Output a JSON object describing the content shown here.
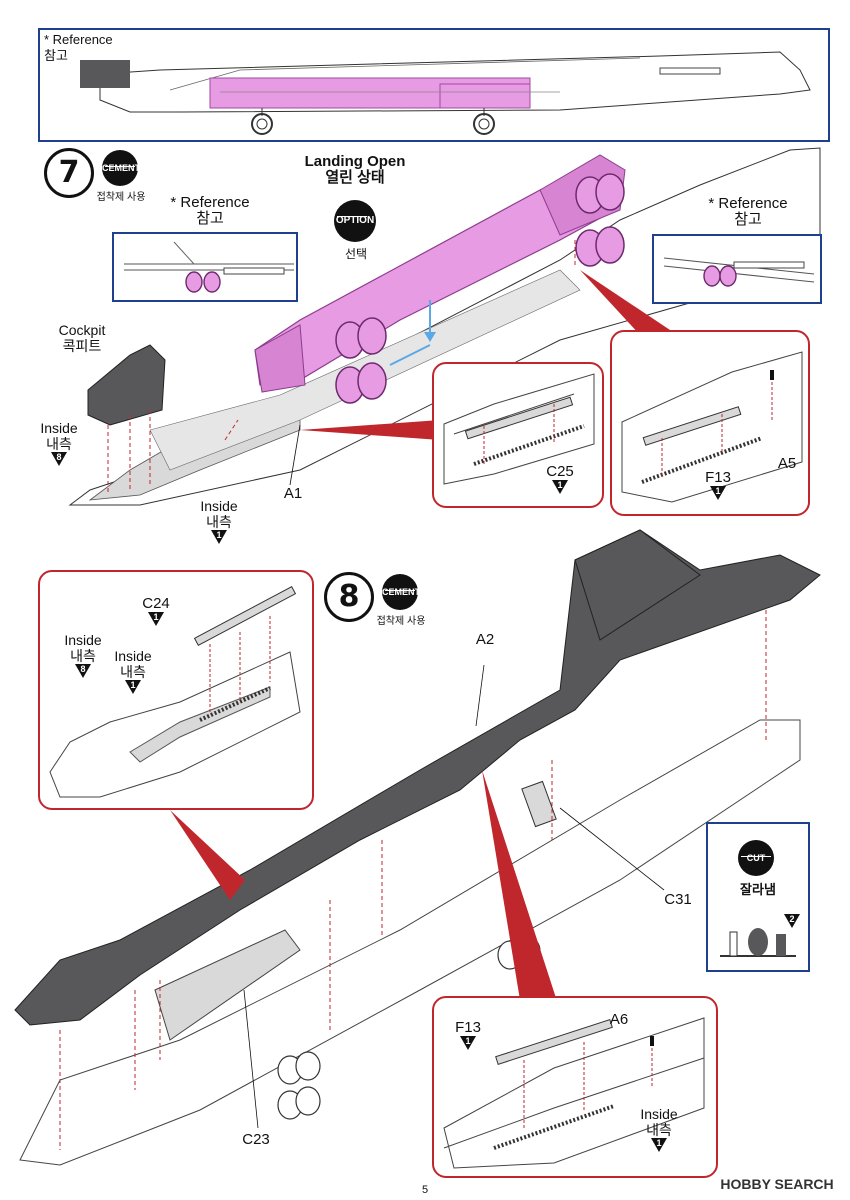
{
  "top_reference": {
    "label_en": "* Reference",
    "label_ko": "참고"
  },
  "step7": {
    "number": "7",
    "cement": {
      "badge": "CEMENT",
      "caption": "접착제 사용"
    },
    "reference_left": {
      "label_en": "* Reference",
      "label_ko": "참고"
    },
    "reference_right": {
      "label_en": "* Reference",
      "label_ko": "참고"
    },
    "landing": {
      "title_en": "Landing Open",
      "title_ko": "열린 상태",
      "option_badge": "OPTION",
      "option_caption": "선택"
    },
    "cockpit": {
      "en": "Cockpit",
      "ko": "콕피트"
    },
    "inside_left": {
      "en": "Inside",
      "ko": "내측",
      "num": "8"
    },
    "inside_bottom": {
      "en": "Inside",
      "ko": "내측",
      "num": "1"
    },
    "part_a1": "A1",
    "detail_c25": {
      "part": "C25",
      "num": "1"
    },
    "detail_f13_a5": {
      "part_f13": "F13",
      "num": "1",
      "part_a5": "A5"
    }
  },
  "step8": {
    "number": "8",
    "cement": {
      "badge": "CEMENT",
      "caption": "접착제 사용"
    },
    "detail_top": {
      "part_c24": "C24",
      "c24_num": "1",
      "inside_a": {
        "en": "Inside",
        "ko": "내측",
        "num": "8"
      },
      "inside_b": {
        "en": "Inside",
        "ko": "내측",
        "num": "1"
      }
    },
    "part_a2": "A2",
    "part_c31": "C31",
    "part_c23": "C23",
    "cut": {
      "badge": "CUT",
      "caption": "잘라냄",
      "num": "2"
    },
    "detail_bottom": {
      "part_f13": "F13",
      "f13_num": "1",
      "part_a6": "A6",
      "inside": {
        "en": "Inside",
        "ko": "내측",
        "num": "1"
      }
    }
  },
  "footer": {
    "page_number": "5",
    "watermark": "HOBBY SEARCH"
  },
  "colors": {
    "frame_blue": "#1f3f8f",
    "detail_red": "#c0272d",
    "highlight_pink": "#e79be3",
    "fuselage_gray": "#58585a",
    "panel_gray": "#d9d9d9"
  }
}
